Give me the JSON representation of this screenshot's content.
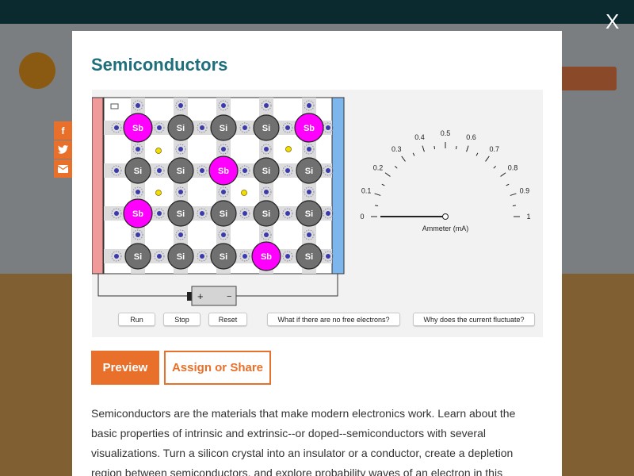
{
  "modal": {
    "close_label": "X",
    "title": "Semiconductors",
    "tabs": [
      {
        "label": "Preview"
      },
      {
        "label": "Assign or Share"
      }
    ],
    "description": "Semiconductors are the materials that make modern electronics work. Learn about the basic properties of intrinsic and extrinsic--or doped--semiconductors with several visualizations. Turn a silicon crystal into an insulator or a conductor, create a depletion region between semiconductors, and explore probability waves of an electron in this"
  },
  "share": {
    "icons": [
      "facebook-icon",
      "twitter-icon",
      "email-icon"
    ]
  },
  "simulation": {
    "lattice": [
      [
        "Sb",
        "Si",
        "Si",
        "Si",
        "Sb"
      ],
      [
        "Si",
        "Si",
        "Sb",
        "Si",
        "Si"
      ],
      [
        "Sb",
        "Si",
        "Si",
        "Si",
        "Si"
      ],
      [
        "Si",
        "Si",
        "Si",
        "Sb",
        "Si"
      ]
    ],
    "colors": {
      "sb": "#ff00ff",
      "si": "#707070",
      "electron": "#3a3aaa",
      "free_electron": "#f0e000",
      "left_plate": "#f19a9a",
      "right_plate": "#7cb6ec"
    },
    "battery": {
      "plus": "+",
      "minus": "−"
    },
    "ammeter": {
      "label": "Ammeter (mA)",
      "ticks": [
        "0",
        "0.1",
        "0.2",
        "0.3",
        "0.4",
        "0.5",
        "0.6",
        "0.7",
        "0.8",
        "0.9",
        "1"
      ],
      "reading": 0
    },
    "buttons": {
      "run": "Run",
      "stop": "Stop",
      "reset": "Reset",
      "no_free_electrons": "What if there are no free electrons?",
      "current_fluctuate": "Why does the current fluctuate?"
    }
  }
}
